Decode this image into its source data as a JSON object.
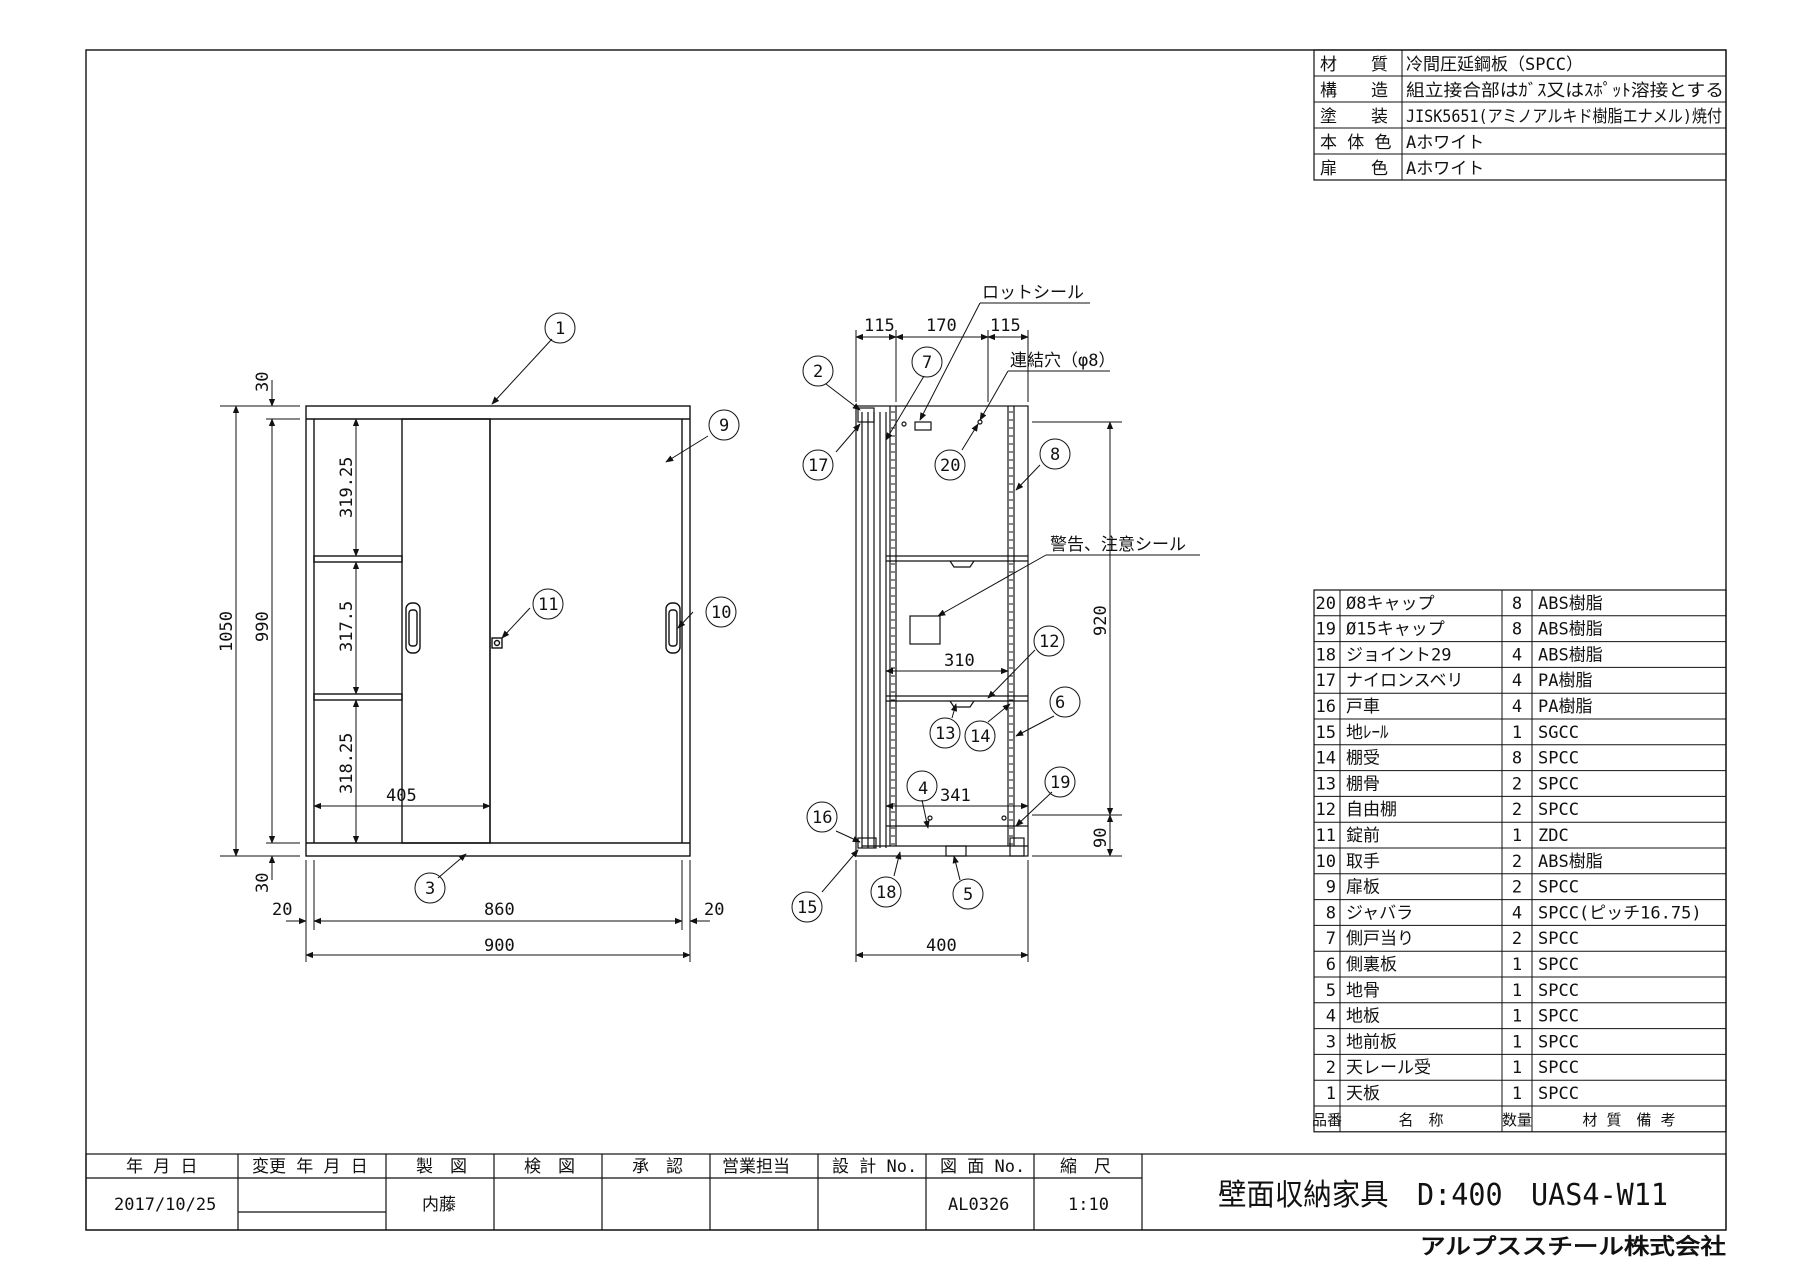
{
  "spec_table": {
    "rows": [
      {
        "label": "材　　質",
        "value": "冷間圧延鋼板（SPCC）"
      },
      {
        "label": "構　　造",
        "value": "組立接合部はｶﾞｽ又はｽﾎﾟｯﾄ溶接とする"
      },
      {
        "label": "塗　　装",
        "value": "JISK5651(アミノアルキド樹脂エナメル)焼付"
      },
      {
        "label": "本 体 色",
        "value": "Aホワイト"
      },
      {
        "label": "扉　　色",
        "value": "Aホワイト"
      }
    ]
  },
  "parts_table": {
    "rows": [
      {
        "no": "20",
        "name": "Ø8キャップ",
        "qty": "8",
        "material": "ABS樹脂"
      },
      {
        "no": "19",
        "name": "Ø15キャップ",
        "qty": "8",
        "material": "ABS樹脂"
      },
      {
        "no": "18",
        "name": "ジョイント29",
        "qty": "4",
        "material": "ABS樹脂"
      },
      {
        "no": "17",
        "name": "ナイロンスベリ",
        "qty": "4",
        "material": "PA樹脂"
      },
      {
        "no": "16",
        "name": "戸車",
        "qty": "4",
        "material": "PA樹脂"
      },
      {
        "no": "15",
        "name": "地ﾚｰﾙ",
        "qty": "1",
        "material": "SGCC"
      },
      {
        "no": "14",
        "name": "棚受",
        "qty": "8",
        "material": "SPCC"
      },
      {
        "no": "13",
        "name": "棚骨",
        "qty": "2",
        "material": "SPCC"
      },
      {
        "no": "12",
        "name": "自由棚",
        "qty": "2",
        "material": "SPCC"
      },
      {
        "no": "11",
        "name": "錠前",
        "qty": "1",
        "material": "ZDC"
      },
      {
        "no": "10",
        "name": "取手",
        "qty": "2",
        "material": "ABS樹脂"
      },
      {
        "no": "9",
        "name": "扉板",
        "qty": "2",
        "material": "SPCC"
      },
      {
        "no": "8",
        "name": "ジャバラ",
        "qty": "4",
        "material": "SPCC(ピッチ16.75)"
      },
      {
        "no": "7",
        "name": "側戸当り",
        "qty": "2",
        "material": "SPCC"
      },
      {
        "no": "6",
        "name": "側裏板",
        "qty": "1",
        "material": "SPCC"
      },
      {
        "no": "5",
        "name": "地骨",
        "qty": "1",
        "material": "SPCC"
      },
      {
        "no": "4",
        "name": "地板",
        "qty": "1",
        "material": "SPCC"
      },
      {
        "no": "3",
        "name": "地前板",
        "qty": "1",
        "material": "SPCC"
      },
      {
        "no": "2",
        "name": "天レール受",
        "qty": "1",
        "material": "SPCC"
      },
      {
        "no": "1",
        "name": "天板",
        "qty": "1",
        "material": "SPCC"
      }
    ],
    "header": {
      "no": "品番",
      "name": "名　称",
      "qty": "数量",
      "material": "材 質　備 考"
    }
  },
  "front_view": {
    "dims": {
      "top": "30",
      "bottom": "30",
      "total_height": "1050",
      "inner_height": "990",
      "shelf1": "319.25",
      "shelf2": "317.5",
      "shelf3": "318.25",
      "door_width": "405",
      "inner_width": "860",
      "side_left": "20",
      "side_right": "20",
      "total_width": "900"
    },
    "balloons": [
      "1",
      "3",
      "9",
      "10",
      "11"
    ]
  },
  "side_view": {
    "dims": {
      "seg1": "115",
      "seg2": "170",
      "seg3": "115",
      "height": "920",
      "base": "90",
      "shelf_depth": "310",
      "inner_depth": "341",
      "depth": "400"
    },
    "notes": {
      "lot_seal": "ロットシール",
      "connect_hole": "連結穴（φ8）",
      "warning_seal": "警告、注意シール"
    },
    "balloons": [
      "2",
      "4",
      "5",
      "6",
      "7",
      "8",
      "12",
      "13",
      "14",
      "15",
      "16",
      "17",
      "18",
      "19",
      "20"
    ]
  },
  "title_block": {
    "headers": [
      "年 月 日",
      "変更 年 月 日",
      "製　図",
      "検　図",
      "承　認",
      "営業担当",
      "設 計 No.",
      "図 面 No.",
      "縮　尺"
    ],
    "values": [
      "2017/10/25",
      "",
      "内藤",
      "",
      "",
      "",
      "",
      "AL0326",
      "1:10"
    ],
    "title": "壁面収納家具　D:400　UAS4-W11",
    "company": "アルプススチール株式会社"
  }
}
